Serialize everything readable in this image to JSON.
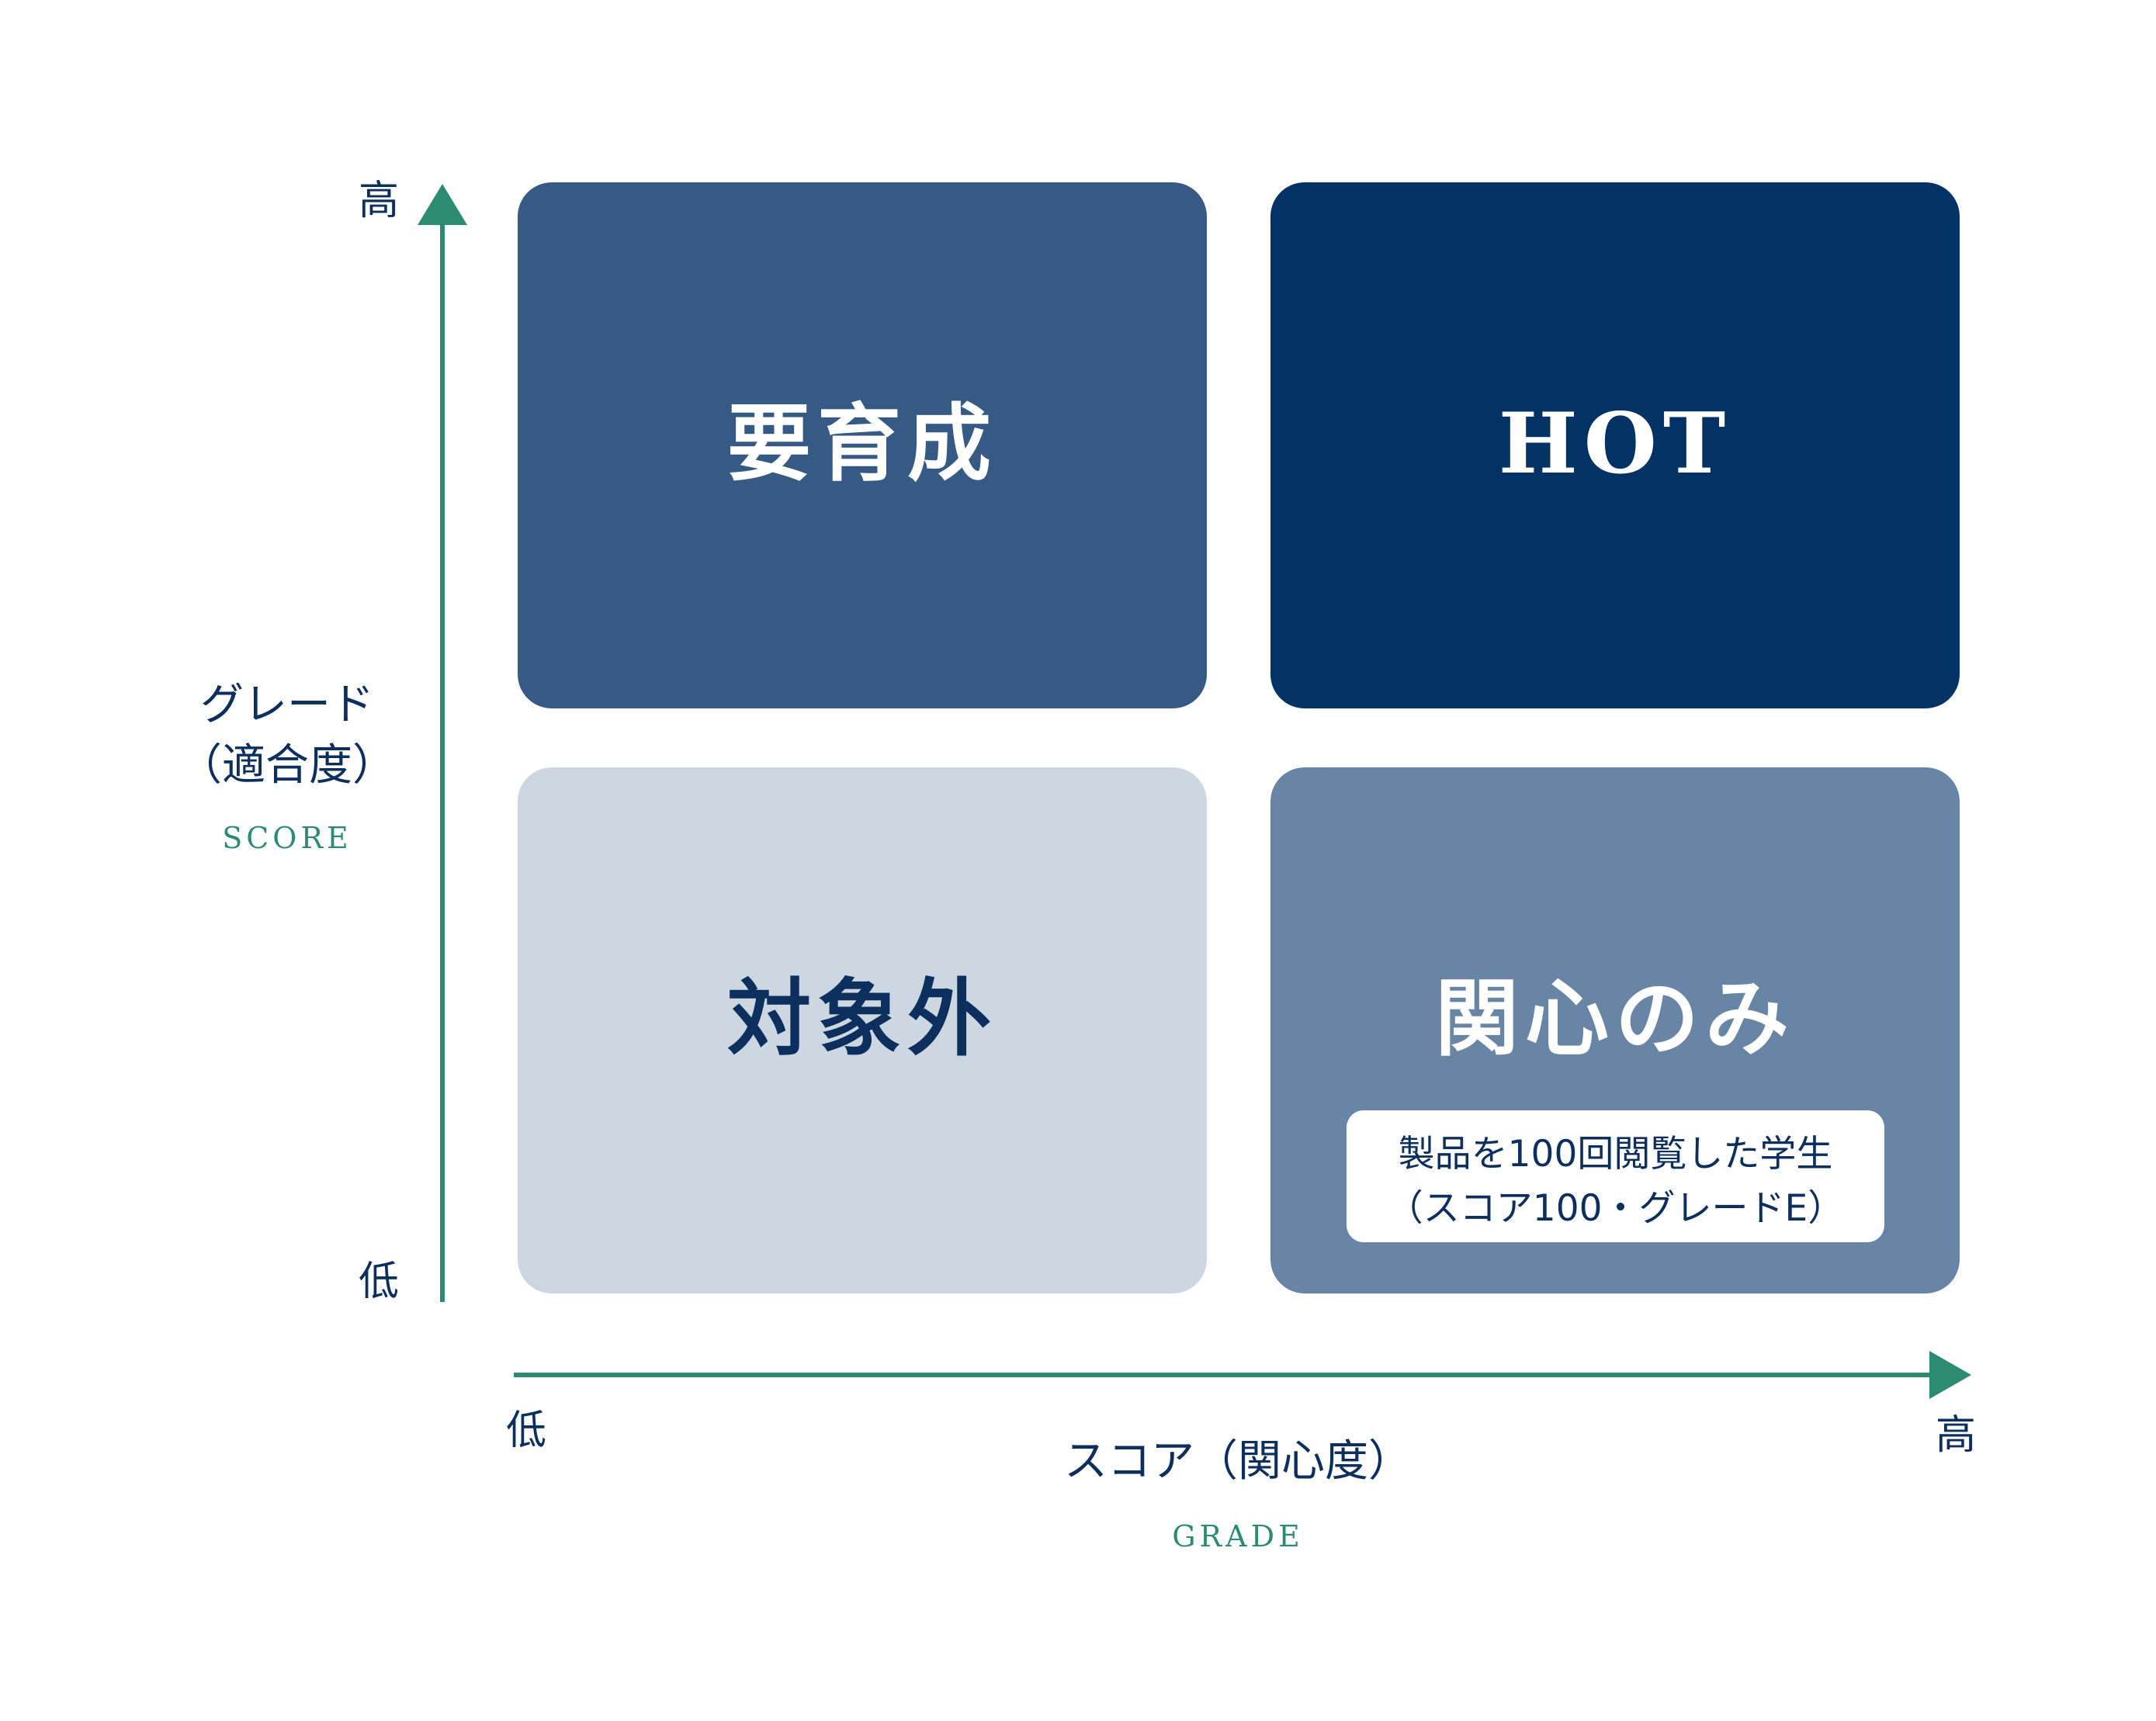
{
  "quadrants": {
    "top_left": {
      "label": "要育成"
    },
    "top_right": {
      "label": "HOT"
    },
    "bottom_left": {
      "label": "対象外"
    },
    "bottom_right": {
      "label": "関心のみ",
      "callout_line1": "製品を100回閲覧した学生",
      "callout_line2": "（スコア100・グレードE）"
    }
  },
  "y_axis": {
    "title_line1": "グレード",
    "title_line2": "（適合度）",
    "subtitle": "SCORE",
    "high_label": "高",
    "low_label": "低"
  },
  "x_axis": {
    "title": "スコア（関心度）",
    "subtitle": "GRADE",
    "low_label": "低",
    "high_label": "高"
  },
  "colors": {
    "top_left": "#365a84",
    "top_right": "#033264",
    "bottom_left": "#cdd7e2",
    "bottom_right": "#6885a5",
    "axis": "#2e8b73",
    "text_dark": "#0c2f5e"
  }
}
